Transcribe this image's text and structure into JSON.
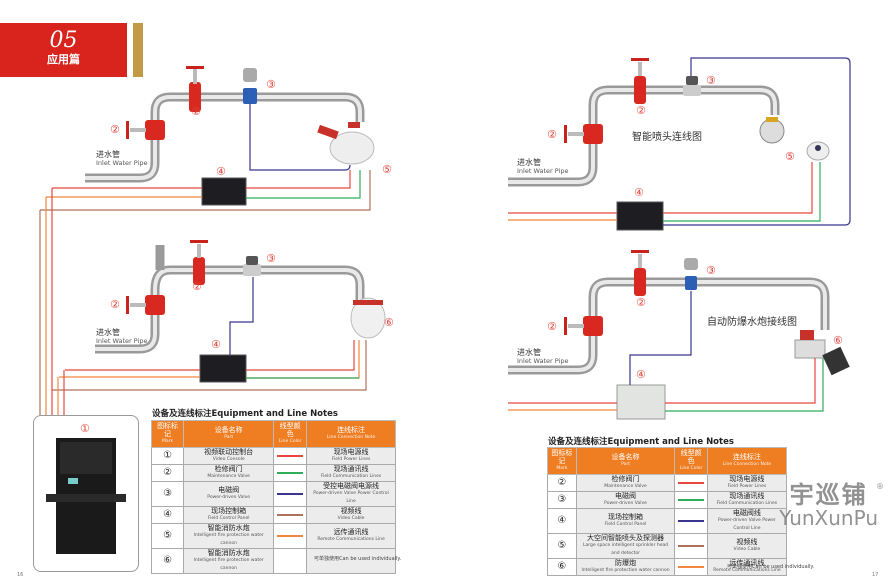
{
  "chapter": {
    "number": "05",
    "title": "应用篇"
  },
  "left_page": {
    "diagram_top": {
      "labels": {
        "inlet_cn": "进水管",
        "inlet_en": "Inlet Water Pipe"
      },
      "marks": [
        "②",
        "②",
        "③",
        "④",
        "⑤"
      ]
    },
    "diagram_bottom": {
      "labels": {
        "inlet_cn": "进水管",
        "inlet_en": "Inlet Water Pipe"
      },
      "marks": [
        "②",
        "②",
        "③",
        "④",
        "⑥"
      ]
    },
    "console_mark": "①",
    "table": {
      "title": "设备及连线标注Equipment and Line Notes",
      "headers": [
        {
          "cn": "图标标记",
          "en": "Mark"
        },
        {
          "cn": "设备名称",
          "en": "Part"
        },
        {
          "cn": "线型颜色",
          "en": "Line Color"
        },
        {
          "cn": "连线标注",
          "en": "Line Connection Note"
        }
      ],
      "rows": [
        {
          "mark": "①",
          "part_cn": "视频联动控制台",
          "part_en": "Video Console",
          "color": "#e8483f",
          "note_cn": "现场电源线",
          "note_en": "Field Power Lines"
        },
        {
          "mark": "②",
          "part_cn": "检修阀门",
          "part_en": "Maintenance Valve",
          "color": "#2fae5a",
          "note_cn": "现场通讯线",
          "note_en": "Field Communication Lines"
        },
        {
          "mark": "③",
          "part_cn": "电磁阀",
          "part_en": "Power-driven Valve",
          "color": "#3a3591",
          "note_cn": "受控电磁阀电源线",
          "note_en": "Power-driven Valve Power Control Line"
        },
        {
          "mark": "④",
          "part_cn": "现场控制箱",
          "part_en": "Field Control Panel",
          "color": "#b0715a",
          "note_cn": "视频线",
          "note_en": "Video Cable"
        },
        {
          "mark": "⑤",
          "part_cn": "智能消防水炮",
          "part_en": "Intelligent fire protection water cannon",
          "color": "#f0883e",
          "note_cn": "远传通讯线",
          "note_en": "Remote Communications Line"
        },
        {
          "mark": "⑥",
          "part_cn": "智能消防水炮",
          "part_en": "Intelligent fire protection water cannon",
          "color": "",
          "note_cn": "",
          "note_en": ""
        }
      ],
      "footnote": "可单独使用Can be used individually."
    },
    "page_number": "16"
  },
  "right_page": {
    "diagram_top": {
      "title": "智能喷头连线图",
      "labels": {
        "inlet_cn": "进水管",
        "inlet_en": "Inlet Water Pipe"
      },
      "marks": [
        "②",
        "②",
        "③",
        "④",
        "⑤"
      ]
    },
    "diagram_bottom": {
      "title": "自动防爆水炮接线图",
      "labels": {
        "inlet_cn": "进水管",
        "inlet_en": "Inlet Water Pipe"
      },
      "marks": [
        "②",
        "②",
        "③",
        "④",
        "⑥"
      ]
    },
    "table": {
      "title": "设备及连线标注Equipment and Line Notes",
      "headers": [
        {
          "cn": "图标标记",
          "en": "Mark"
        },
        {
          "cn": "设备名称",
          "en": "Part"
        },
        {
          "cn": "线型颜色",
          "en": "Line Color"
        },
        {
          "cn": "连线标注",
          "en": "Line Connection Note"
        }
      ],
      "rows": [
        {
          "mark": "②",
          "part_cn": "检修阀门",
          "part_en": "Maintenance Valve",
          "color": "#e8483f",
          "note_cn": "现场电源线",
          "note_en": "Field Power Lines"
        },
        {
          "mark": "③",
          "part_cn": "电磁阀",
          "part_en": "Power-driven Valve",
          "color": "#2fae5a",
          "note_cn": "现场通讯线",
          "note_en": "Field Communication Lines"
        },
        {
          "mark": "④",
          "part_cn": "现场控制箱",
          "part_en": "Field Control Panel",
          "color": "#3a3591",
          "note_cn": "电磁阀线",
          "note_en": "Power-driven Valve Power Control Line"
        },
        {
          "mark": "⑤",
          "part_cn": "大空间智能喷头及探测器",
          "part_en": "Large space intelligent sprinkler head and detector",
          "color": "#b0715a",
          "note_cn": "视频线",
          "note_en": "Video Cable"
        },
        {
          "mark": "⑥",
          "part_cn": "防爆炮",
          "part_en": "Intelligent fire protection water cannon",
          "color": "#f0883e",
          "note_cn": "远传通讯线",
          "note_en": "Remote Communications Line"
        }
      ],
      "footnote": "可单独使用Can be used individually."
    },
    "page_number": "17"
  },
  "watermark": {
    "cn": "宇巡铺",
    "en": "YunXunPu",
    "reg": "®"
  }
}
